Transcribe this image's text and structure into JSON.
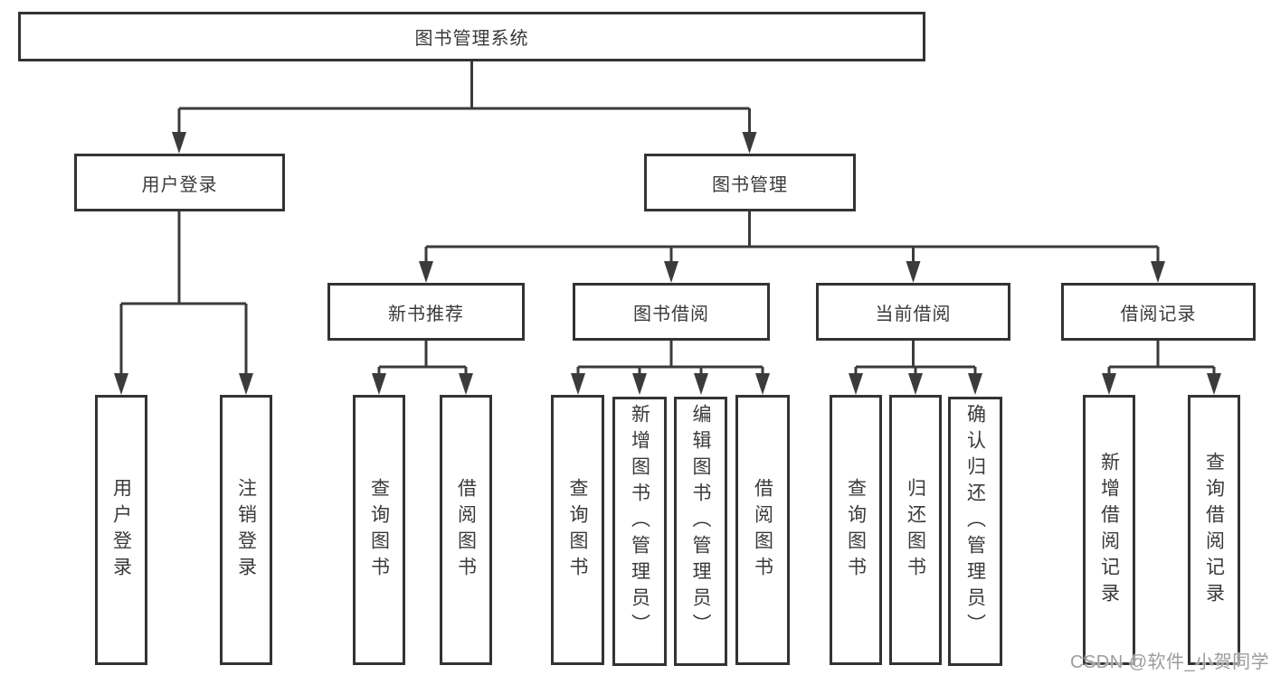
{
  "diagram_title": "图书管理系统",
  "colors": {
    "line": "#3b3b3b",
    "border": "#333333",
    "text": "#3a3a3a",
    "background": "#ffffff",
    "watermark": "#9c9c9c"
  },
  "nodes": {
    "root": {
      "label": "图书管理系统"
    },
    "user_login": {
      "label": "用户登录"
    },
    "book_mgmt": {
      "label": "图书管理"
    },
    "new_book_rec": {
      "label": "新书推荐"
    },
    "book_borrow": {
      "label": "图书借阅"
    },
    "current_borrow": {
      "label": "当前借阅"
    },
    "borrow_records": {
      "label": "借阅记录"
    },
    "leaf_user_login": {
      "label": "用户登录"
    },
    "leaf_logout": {
      "label": "注销登录"
    },
    "leaf_query_book_1": {
      "label": "查询图书"
    },
    "leaf_borrow_book_1": {
      "label": "借阅图书"
    },
    "leaf_query_book_2": {
      "label": "查询图书"
    },
    "leaf_add_book": {
      "label": "新增图书（管理员）"
    },
    "leaf_edit_book": {
      "label": "编辑图书（管理员）"
    },
    "leaf_borrow_book_2": {
      "label": "借阅图书"
    },
    "leaf_query_book_3": {
      "label": "查询图书"
    },
    "leaf_return_book": {
      "label": "归还图书"
    },
    "leaf_confirm_return": {
      "label": "确认归还（管理员）"
    },
    "leaf_add_record": {
      "label": "新增借阅记录"
    },
    "leaf_query_record": {
      "label": "查询借阅记录"
    }
  },
  "structure": {
    "图书管理系统": {
      "用户登录": [
        "用户登录",
        "注销登录"
      ],
      "图书管理": {
        "新书推荐": [
          "查询图书",
          "借阅图书"
        ],
        "图书借阅": [
          "查询图书",
          "新增图书（管理员）",
          "编辑图书（管理员）",
          "借阅图书"
        ],
        "当前借阅": [
          "查询图书",
          "归还图书",
          "确认归还（管理员）"
        ],
        "借阅记录": [
          "新增借阅记录",
          "查询借阅记录"
        ]
      }
    }
  },
  "watermark": {
    "text": "CSDN @软件_小贺同学"
  }
}
